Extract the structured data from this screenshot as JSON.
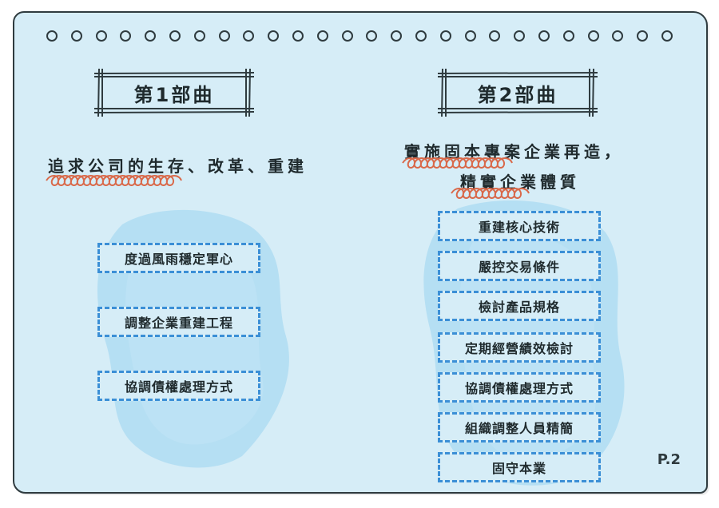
{
  "left": {
    "title": "第1部曲",
    "heading": "追求公司的生存、改革、重建",
    "items": [
      "度過風雨穩定軍心",
      "調整企業重建工程",
      "協調債權處理方式"
    ]
  },
  "right": {
    "title": "第2部曲",
    "heading_line1": "實施固本專案企業再造，",
    "heading_line2": "精實企業體質",
    "items": [
      "重建核心技術",
      "嚴控交易條件",
      "檢討產品規格",
      "定期經營績效檢討",
      "協調債權處理方式",
      "組織調整人員精簡",
      "固守本業"
    ]
  },
  "page_number": "P.2",
  "colors": {
    "paper": "#d6edf7",
    "ink": "#2f3b3f",
    "dash": "#3b8fd6",
    "squiggle": "#d9694a",
    "blob": "#9fd3ef"
  }
}
